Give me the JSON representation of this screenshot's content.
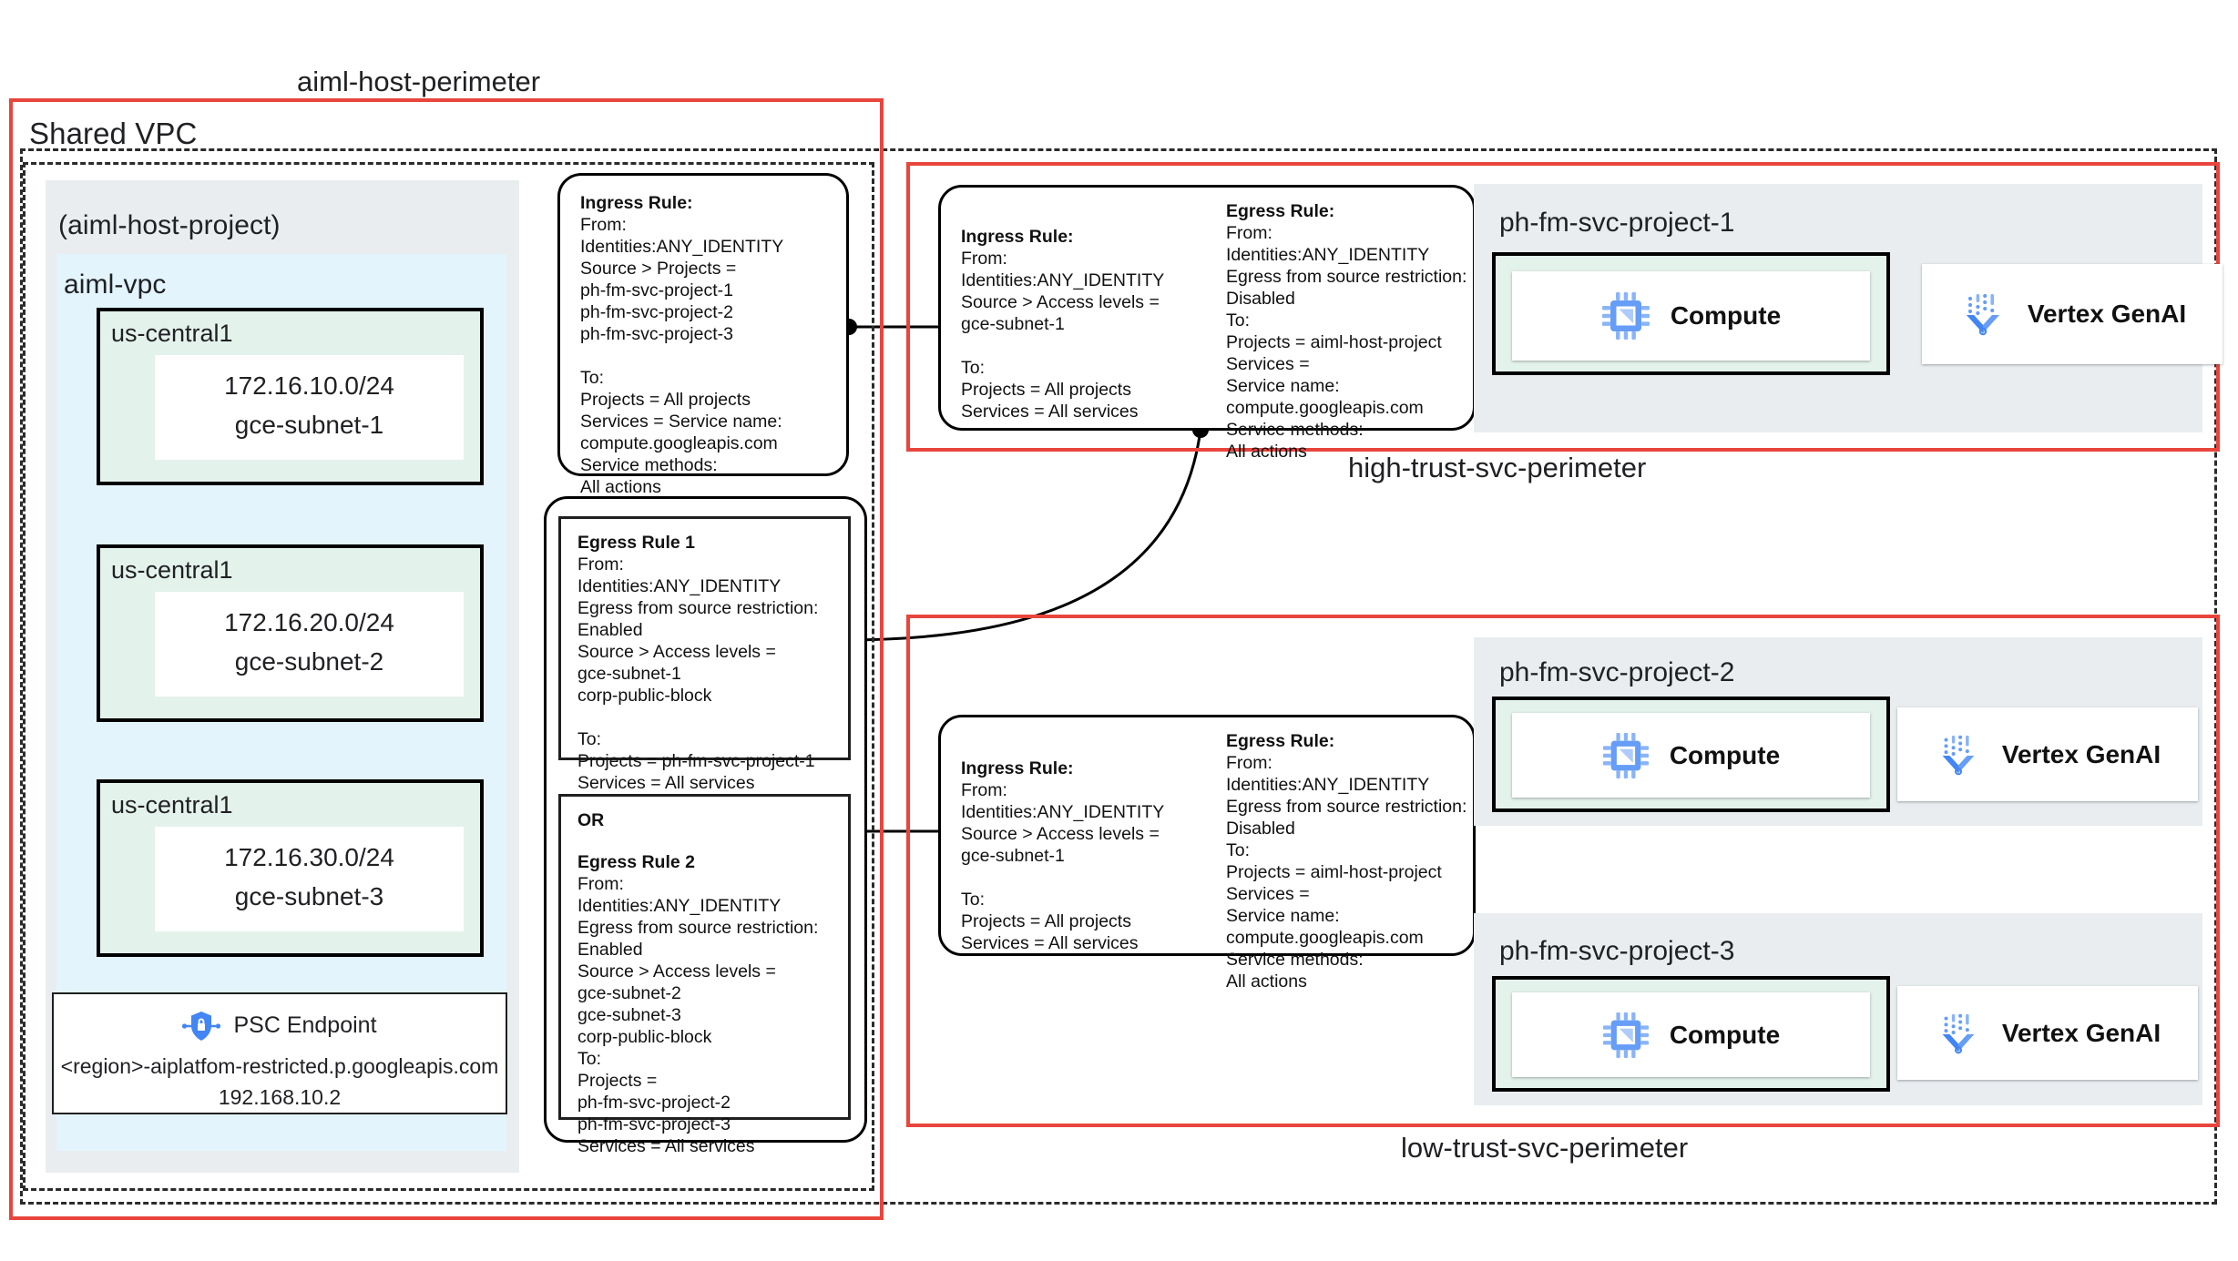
{
  "diagram": {
    "title_top": "aiml-host-perimeter",
    "shared_vpc_label": "Shared VPC",
    "host_project_label": "(aiml-host-project)",
    "vpc_label": "aiml-vpc",
    "high_trust_label": "high-trust-svc-perimeter",
    "low_trust_label": "low-trust-svc-perimeter",
    "colors": {
      "perimeter_red": "#e8453c",
      "panel_grey": "#e9edf0",
      "vpc_blue": "#e3f4fd",
      "region_green": "#e4f2ec",
      "icon_blue": "#4285f4"
    }
  },
  "subnets": [
    {
      "region": "us-central1",
      "cidr": "172.16.10.0/24",
      "name": "gce-subnet-1"
    },
    {
      "region": "us-central1",
      "cidr": "172.16.20.0/24",
      "name": "gce-subnet-2"
    },
    {
      "region": "us-central1",
      "cidr": "172.16.30.0/24",
      "name": "gce-subnet-3"
    }
  ],
  "psc_endpoint": {
    "icon": "psc-shield-lock-icon",
    "title": "PSC Endpoint",
    "hostname": "<region>-aiplatfom-restricted.p.googleapis.com",
    "ip": "192.168.10.2"
  },
  "rules": {
    "host_ingress": {
      "heading": "Ingress Rule:",
      "body": "From:\nIdentities:ANY_IDENTITY\nSource > Projects =\nph-fm-svc-project-1\nph-fm-svc-project-2\nph-fm-svc-project-3\n\nTo:\nProjects = All projects\nServices = Service name:\ncompute.googleapis.com\nService methods:\nAll actions"
    },
    "egress_rule_1": {
      "heading": "Egress Rule 1",
      "body": "From:\nIdentities:ANY_IDENTITY\nEgress from source restriction:\nEnabled\nSource > Access levels =\ngce-subnet-1\ncorp-public-block\n\nTo:\nProjects = ph-fm-svc-project-1\nServices = All services"
    },
    "or_label": "OR",
    "egress_rule_2": {
      "heading": "Egress Rule 2",
      "body": "From:\nIdentities:ANY_IDENTITY\nEgress from source restriction:\nEnabled\nSource > Access levels =\ngce-subnet-2\ngce-subnet-3\ncorp-public-block\nTo:\nProjects =\nph-fm-svc-project-2\nph-fm-svc-project-3\nServices = All services"
    },
    "high_trust_ingress": {
      "heading": "Ingress Rule:",
      "body": "From:\nIdentities:ANY_IDENTITY\nSource > Access levels =\ngce-subnet-1\n\nTo:\nProjects = All projects\nServices = All services"
    },
    "high_trust_egress": {
      "heading": "Egress Rule:",
      "body": "From:\nIdentities:ANY_IDENTITY\nEgress from source restriction:\nDisabled\nTo:\nProjects = aiml-host-project\nServices =\nService name:\ncompute.googleapis.com\nService methods:\nAll actions"
    },
    "low_trust_ingress": {
      "heading": "Ingress Rule:",
      "body": "From:\nIdentities:ANY_IDENTITY\nSource > Access levels =\ngce-subnet-1\n\nTo:\nProjects = All projects\nServices = All services"
    },
    "low_trust_egress": {
      "heading": "Egress Rule:",
      "body": "From:\nIdentities:ANY_IDENTITY\nEgress from source restriction:\nDisabled\nTo:\nProjects = aiml-host-project\nServices =\nService name:\ncompute.googleapis.com\nService methods:\nAll actions"
    }
  },
  "projects": [
    {
      "name": "ph-fm-svc-project-1",
      "compute": {
        "icon": "compute-chip-icon",
        "label": "Compute"
      },
      "vertex": {
        "icon": "vertex-genai-icon",
        "label": "Vertex GenAI"
      }
    },
    {
      "name": "ph-fm-svc-project-2",
      "compute": {
        "icon": "compute-chip-icon",
        "label": "Compute"
      },
      "vertex": {
        "icon": "vertex-genai-icon",
        "label": "Vertex GenAI"
      }
    },
    {
      "name": "ph-fm-svc-project-3",
      "compute": {
        "icon": "compute-chip-icon",
        "label": "Compute"
      },
      "vertex": {
        "icon": "vertex-genai-icon",
        "label": "Vertex GenAI"
      }
    }
  ]
}
